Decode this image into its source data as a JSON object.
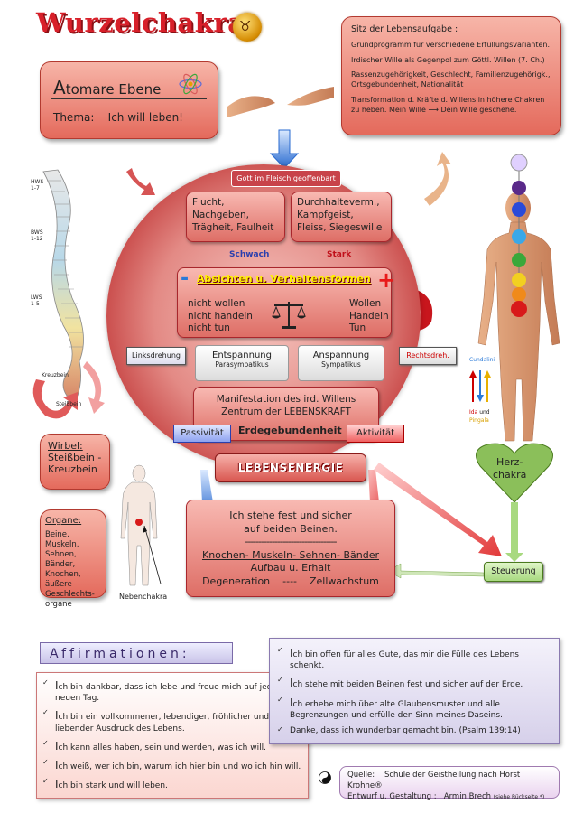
{
  "title": "Wurzelchakra",
  "sitz": {
    "heading": "Sitz der Lebensaufgabe :",
    "p1": "Grundprogramm für verschiedene Erfüllungsvarianten.",
    "p2": "Irdischer Wille als Gegenpol zum Göttl. Willen (7. Ch.)",
    "p3": "Rassenzugehörigkeit, Geschlecht, Familienzugehörigk., Ortsgebundenheit, Nationalität",
    "p4a": "Transformation d. Kräfte d. Willens in höhere Chakren zu heben. Mein Wille",
    "p4b": "Dein Wille geschehe."
  },
  "atom": {
    "first_letter": "A",
    "ebene": "tomare Ebene",
    "thema_label": "Thema:",
    "thema": "Ich will leben!"
  },
  "circle": {
    "gott": "Gott im Fleisch geoffenbart",
    "flucht": "Flucht, Nachgeben, Trägheit, Faulheit",
    "durch": "Durchhalteverm., Kampfgeist, Fleiss, Siegeswille",
    "schwach": "Schwach",
    "stark": "Stark",
    "absichten": "Absichten u. Verhaltensformen",
    "minus": "-",
    "plus": "+",
    "left_lines": [
      "nicht wollen",
      "nicht handeln",
      "nicht tun"
    ],
    "right_lines": [
      "Wollen",
      "Handeln",
      "Tun"
    ],
    "entspannung": "Entspannung",
    "parasympatikus": "Parasympatikus",
    "anspannung": "Anspannung",
    "sympatikus": "Sympatikus",
    "linksdrehung": "Linksdrehung",
    "rechtsdreh": "Rechtsdreh.",
    "manif1": "Manifestation des ird. Willens",
    "manif2": "Zentrum der LEBENSKRAFT",
    "passivitaet": "Passivität",
    "erdegebundenheit": "Erdegebundenheit",
    "aktivitaet": "Aktivität"
  },
  "lebensenergie": "LEBENSENERGIE",
  "ich": {
    "l1": "Ich stehe fest und sicher",
    "l2": "auf beiden Beinen.",
    "dashes": "----------------------------------",
    "l3": "Knochen- Muskeln- Sehnen- Bänder",
    "l4": "Aufbau u. Erhalt",
    "l5": "Degeneration    ----    Zellwachstum"
  },
  "spine": {
    "hws": "HWS\n1-7",
    "bws": "BWS\n1-12",
    "lws": "LWS\n1-5",
    "kreuzbein": "Kreuzbein",
    "steissbein": "Steißbein"
  },
  "wirbel": {
    "heading": "Wirbel:",
    "l1": "Steißbein -",
    "l2": "Kreuzbein"
  },
  "organe": {
    "heading": "Organe:",
    "text": "Beine, Muskeln, Sehnen, Bänder, Knochen, äußere Geschlechts-organe"
  },
  "nebenchakra": "Nebenchakra",
  "herz": {
    "l1": "Herz-",
    "l2": "chakra"
  },
  "steuerung": "Steuerung",
  "body_labels": {
    "cundalini": "Cundalini",
    "ida": "Ida",
    "und": "und",
    "pingala": "Pingala"
  },
  "affirmationen": {
    "heading": "Affirmationen:",
    "left": [
      {
        "cap": "I",
        "text": "ch bin dankbar, dass ich lebe und freue mich auf jeden neuen Tag."
      },
      {
        "cap": "I",
        "text": "ch bin ein vollkommener, lebendiger, fröhlicher und liebender Ausdruck des Lebens."
      },
      {
        "cap": "I",
        "text": "ch kann alles haben, sein und werden, was ich will."
      },
      {
        "cap": "I",
        "text": "ch weiß, wer ich bin, warum ich hier bin und wo ich hin will."
      },
      {
        "cap": "I",
        "text": "ch bin stark und will leben."
      }
    ],
    "right": [
      {
        "cap": "I",
        "text": "ch bin offen für alles Gute, das mir die Fülle des Lebens schenkt."
      },
      {
        "cap": "I",
        "text": "ch stehe mit beiden Beinen fest und sicher auf der Erde."
      },
      {
        "cap": "I",
        "text": "ch erhebe mich über alte Glaubensmuster und alle Begrenzungen und erfülle den Sinn meines Daseins."
      },
      {
        "cap": "D",
        "text": "anke, dass ich wunderbar gemacht bin. (Psalm 139:14)"
      }
    ]
  },
  "quelle": {
    "label": "Quelle:",
    "text": "Schule der Geistheilung nach Horst Krohne®",
    "entwurf_label": "Entwurf u. Gestaltung :",
    "author": "Armin Brech",
    "note": "(siehe Rückseite *)"
  },
  "colors": {
    "accent_red": "#d8202a",
    "blue": "#2a7ad8",
    "green": "#8bbf5a"
  }
}
